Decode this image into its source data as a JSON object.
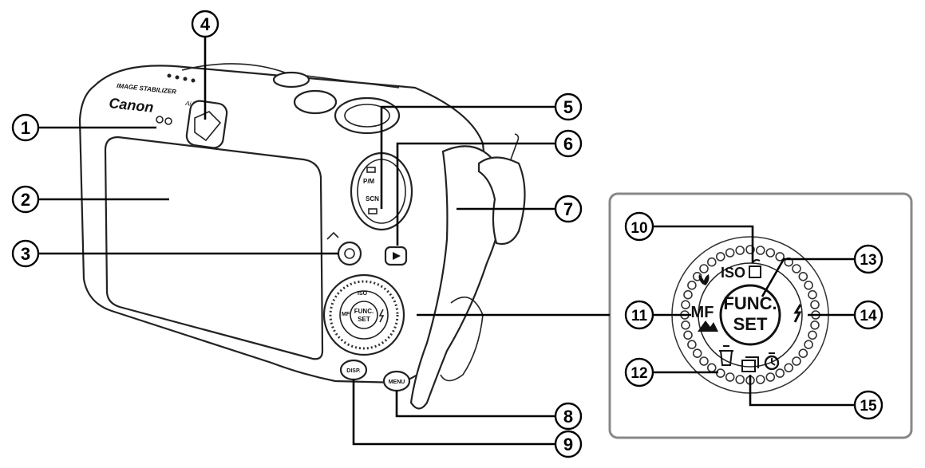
{
  "camera": {
    "brand": "Canon",
    "stabilizer_text": "IMAGE STABILIZER",
    "af_text": "AiAF",
    "mode_dial_labels": [
      "P/M",
      "SCN"
    ],
    "func_set_line1": "FUNC.",
    "func_set_line2": "SET",
    "iso_text": "ISO",
    "mf_text": "MF",
    "disp_text": "DISP.",
    "menu_text": "MENU"
  },
  "inset": {
    "iso_text": "ISO",
    "mf_text": "MF",
    "func_line1": "FUNC.",
    "func_line2": "SET"
  },
  "callouts": [
    {
      "id": "1",
      "label": "1"
    },
    {
      "id": "2",
      "label": "2"
    },
    {
      "id": "3",
      "label": "3"
    },
    {
      "id": "4",
      "label": "4"
    },
    {
      "id": "5",
      "label": "5"
    },
    {
      "id": "6",
      "label": "6"
    },
    {
      "id": "7",
      "label": "7"
    },
    {
      "id": "8",
      "label": "8"
    },
    {
      "id": "9",
      "label": "9"
    },
    {
      "id": "10",
      "label": "10"
    },
    {
      "id": "11",
      "label": "11"
    },
    {
      "id": "12",
      "label": "12"
    },
    {
      "id": "13",
      "label": "13"
    },
    {
      "id": "14",
      "label": "14"
    },
    {
      "id": "15",
      "label": "15"
    }
  ]
}
